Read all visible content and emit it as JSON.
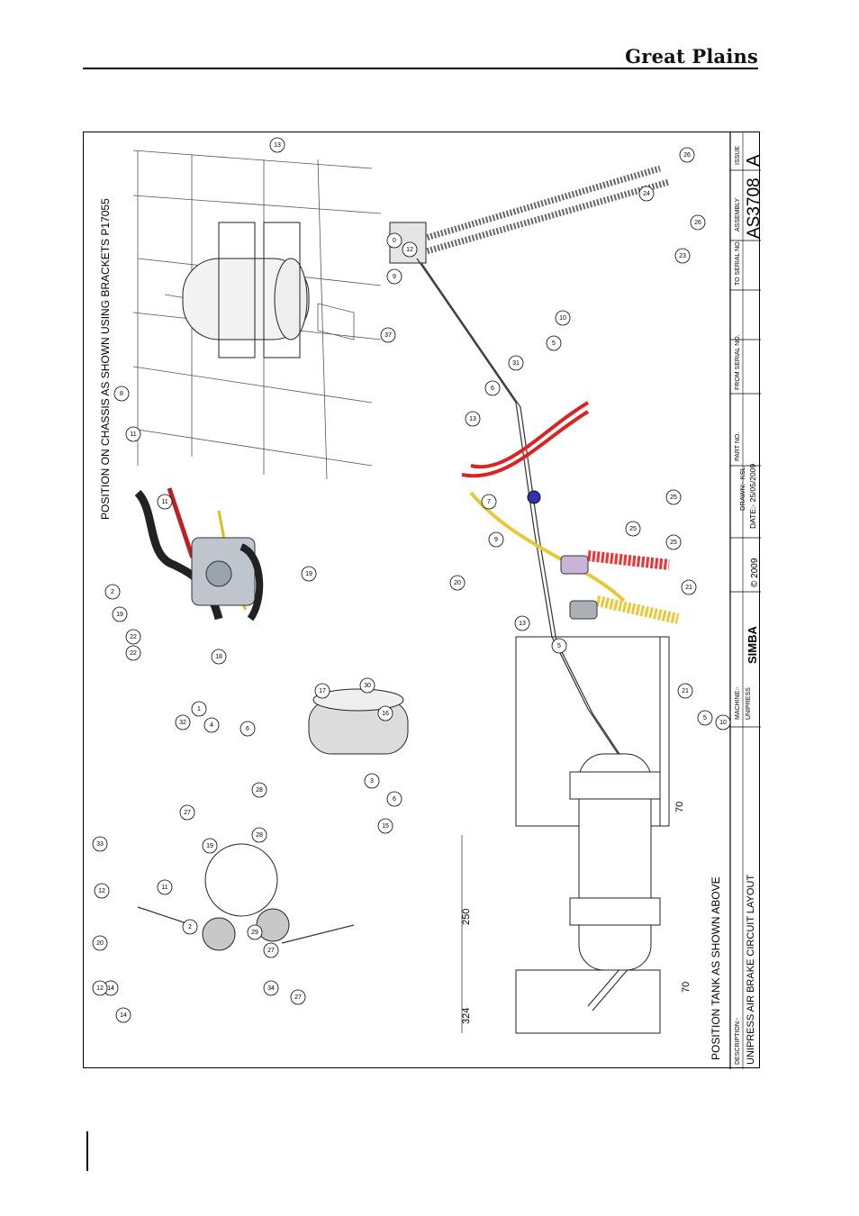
{
  "header": {
    "brand": "Great Plains"
  },
  "drawing": {
    "title_block": {
      "description_label": "DESCRIPTION:-",
      "description": "UNIPRESS AIR BRAKE CIRCUIT LAYOUT",
      "machine_label": "MACHINE:-",
      "machine": "UNIPRESS",
      "logo": "SIMBA",
      "copyright": "© 2009",
      "drawn": "DRAWN:- KSL",
      "date": "DATE:- 25/05/2009",
      "part_no_label": "PART NO.",
      "from_serial_label": "FROM SERIAL NO.",
      "to_serial_label": "TO SERIAL NO.",
      "assembly_label": "ASSEMBLY",
      "assembly": "AS3708",
      "issue_label": "ISSUE",
      "issue": "A"
    },
    "notes": {
      "chassis": "POSITION ON CHASSIS AS SHOWN USING BRACKETS P17055",
      "tank": "POSITION TANK AS SHOWN ABOVE"
    },
    "dimensions": [
      "324",
      "250",
      "70",
      "70"
    ],
    "callouts": [
      "13",
      "0",
      "12",
      "9",
      "37",
      "8",
      "11",
      "11",
      "2",
      "19",
      "22",
      "22",
      "18",
      "19",
      "26",
      "24",
      "23",
      "26",
      "10",
      "5",
      "31",
      "6",
      "13",
      "7",
      "9",
      "20",
      "25",
      "25",
      "25",
      "21",
      "21",
      "13",
      "5",
      "5",
      "10",
      "1",
      "4",
      "6",
      "32",
      "17",
      "28",
      "30",
      "16",
      "3",
      "6",
      "15",
      "27",
      "28",
      "19",
      "33",
      "12",
      "11",
      "2",
      "14",
      "29",
      "27",
      "20",
      "12",
      "14",
      "27",
      "34"
    ]
  }
}
